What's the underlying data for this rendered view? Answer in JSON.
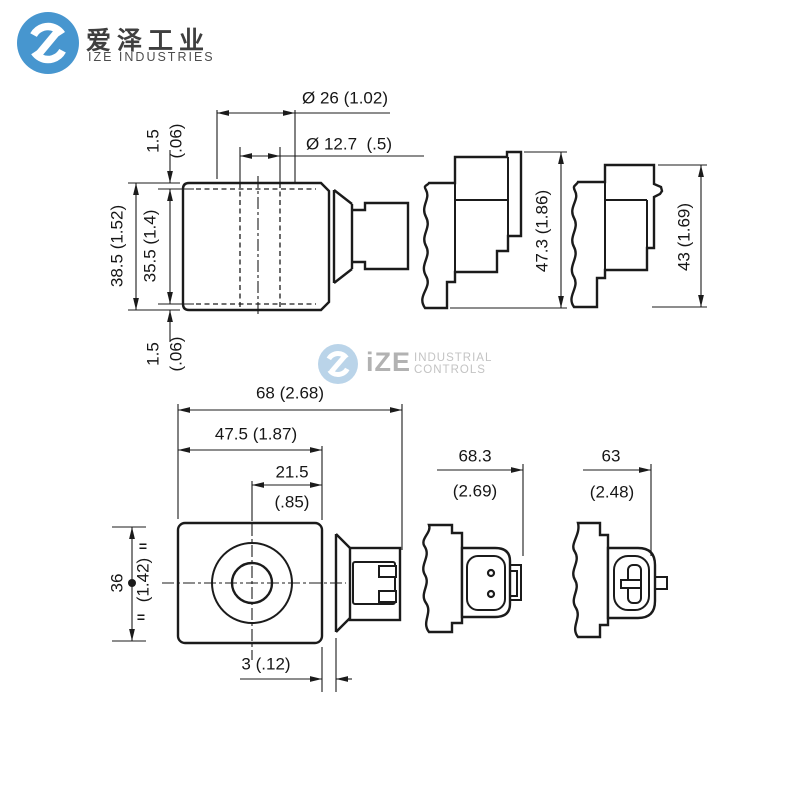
{
  "header": {
    "brand_cn": "爱泽工业",
    "brand_en": "IZE INDUSTRIES"
  },
  "watermark": {
    "brand": "iZE",
    "line1": "INDUSTRIAL",
    "line2": "CONTROLS"
  },
  "colors": {
    "logo_blue": "#4796cf",
    "watermark_blue": "#bad4e9",
    "line_dark": "#1b1b1b",
    "watermark_text": "#b2b2b2"
  },
  "top_view": {
    "dia_outer": "Ø 26 (1.02)",
    "dia_inner": "Ø 12.7  (.5)",
    "flange_top": "1.5",
    "flange_top_inch": "(.06)",
    "height_outer": "38.5 (1.52)",
    "height_inner": "35.5 (1.4)",
    "flange_bottom": "1.5",
    "flange_bottom_inch": "(.06)",
    "connector1_height": "47.3 (1.86)",
    "connector2_height": "43 (1.69)"
  },
  "front_view": {
    "total_width": "68 (2.68)",
    "body_width": "47.5 (1.87)",
    "center_offset": "21.5",
    "center_offset_inch": "(.85)",
    "body_height": "36",
    "body_height_inch": "(1.42)",
    "symmetry_top": "=",
    "symmetry_bottom": "=",
    "step": "3 (.12)",
    "connector1_length": "68.3",
    "connector1_length_inch": "(2.69)",
    "connector2_length": "63",
    "connector2_length_inch": "(2.48)"
  }
}
